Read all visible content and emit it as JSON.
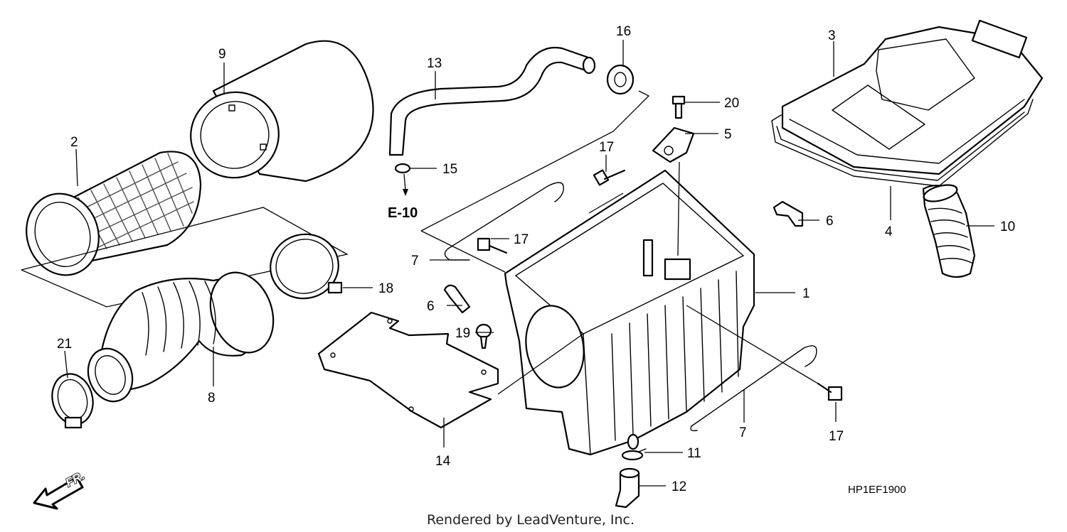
{
  "diagram": {
    "callouts": [
      {
        "id": "c1",
        "label": "1"
      },
      {
        "id": "c2",
        "label": "2"
      },
      {
        "id": "c3",
        "label": "3"
      },
      {
        "id": "c4",
        "label": "4"
      },
      {
        "id": "c5",
        "label": "5"
      },
      {
        "id": "c6a",
        "label": "6"
      },
      {
        "id": "c6b",
        "label": "6"
      },
      {
        "id": "c7a",
        "label": "7"
      },
      {
        "id": "c7b",
        "label": "7"
      },
      {
        "id": "c8",
        "label": "8"
      },
      {
        "id": "c9",
        "label": "9"
      },
      {
        "id": "c10",
        "label": "10"
      },
      {
        "id": "c11",
        "label": "11"
      },
      {
        "id": "c12",
        "label": "12"
      },
      {
        "id": "c13",
        "label": "13"
      },
      {
        "id": "c14",
        "label": "14"
      },
      {
        "id": "c15",
        "label": "15"
      },
      {
        "id": "c16",
        "label": "16"
      },
      {
        "id": "c17a",
        "label": "17"
      },
      {
        "id": "c17b",
        "label": "17"
      },
      {
        "id": "c17c",
        "label": "17"
      },
      {
        "id": "c18",
        "label": "18"
      },
      {
        "id": "c19",
        "label": "19"
      },
      {
        "id": "c20",
        "label": "20"
      },
      {
        "id": "c21",
        "label": "21"
      }
    ],
    "reference": "E-10",
    "diagram_code": "HP1EF1900",
    "direction_label": "FR.",
    "credit": "Rendered by LeadVenture, Inc."
  }
}
